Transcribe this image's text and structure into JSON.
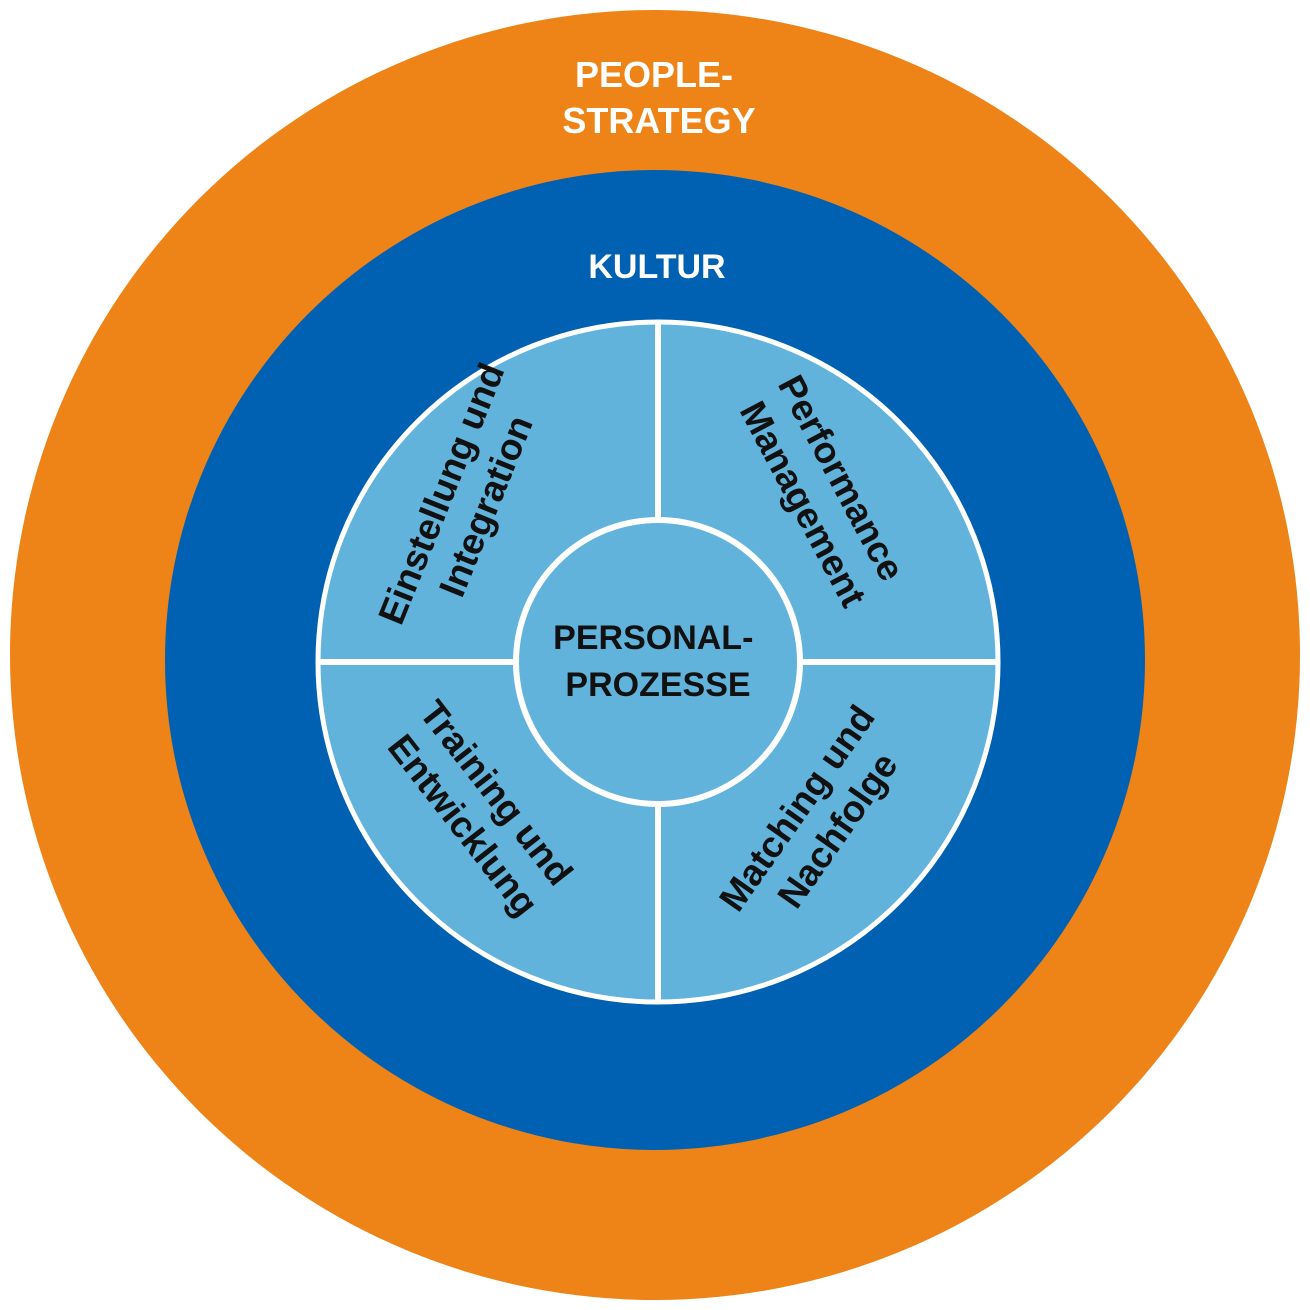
{
  "outer_ring": {
    "line1": "PEOPLE-",
    "line2": "STRATEGY",
    "color": "#EE8317"
  },
  "middle_ring": {
    "label": "KULTUR",
    "color": "#0061B2"
  },
  "core": {
    "line1": "PERSONAL-",
    "line2": "PROZESSE",
    "color": "#62B3DB"
  },
  "quadrants": {
    "top_left": {
      "line1": "Einstellung und",
      "line2": "Integration"
    },
    "top_right": {
      "line1": "Performance",
      "line2": "Management"
    },
    "bottom_left": {
      "line1": "Training und",
      "line2": "Entwicklung"
    },
    "bottom_right": {
      "line1": "Matching und",
      "line2": "Nachfolge"
    },
    "color": "#62B3DB",
    "divider_color": "#FFFFFF"
  }
}
